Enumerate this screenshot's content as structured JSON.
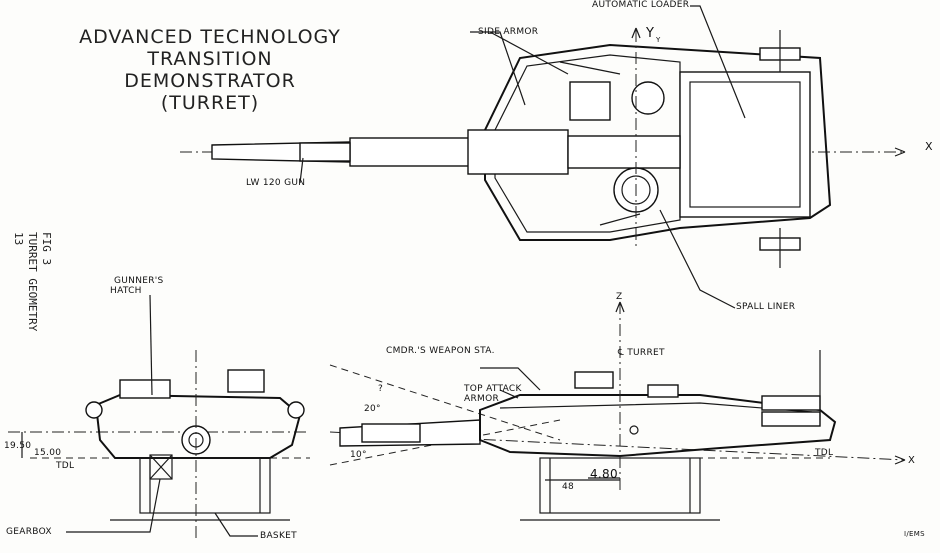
{
  "title": {
    "line1": "ADVANCED TECHNOLOGY",
    "line2": "TRANSITION DEMONSTRATOR",
    "line3": "(TURRET)"
  },
  "figure_caption": {
    "line1": "FIG  3",
    "line2": "TURRET GEOMETRY",
    "line3": "13"
  },
  "labels": {
    "automatic_loader": "AUTOMATIC LOADER",
    "side_armor": "SIDE ARMOR",
    "lw_gun": "LW 120 GUN",
    "spall_liner": "SPALL LINER",
    "gunners_hatch_1": "GUNNER'S",
    "gunners_hatch_2": "HATCH",
    "cmdr_weapon": "CMDR.'S WEAPON STA.",
    "turret_cl": "℄ TURRET",
    "top_attack_1": "TOP ATTACK",
    "top_attack_2": "ARMOR",
    "gearbox": "GEARBOX",
    "basket": "BASKET",
    "tdl_front": "TDL",
    "tdl_side": "TDL",
    "author": "I/EMS"
  },
  "axes": {
    "x_top": "X",
    "y_top": "Y",
    "y_sub": "Y",
    "z_side": "Z",
    "x_side": "X"
  },
  "dimensions": {
    "h1": "19.50",
    "h2": "15.00",
    "angle_20": "20°",
    "angle_10": "10°",
    "angle_q": "?",
    "d480": "4.80",
    "d48": "48"
  }
}
